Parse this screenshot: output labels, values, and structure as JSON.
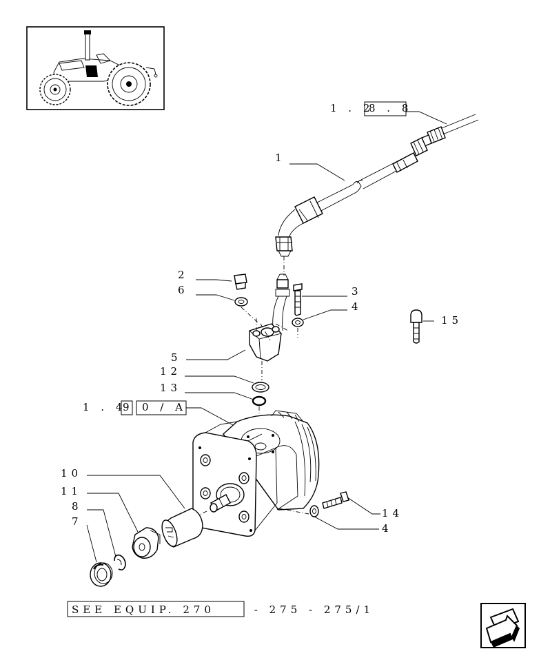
{
  "callouts": {
    "p1": "1",
    "p2": "2",
    "p3": "3",
    "p4a": "4",
    "p4b": "4",
    "p5": "5",
    "p6": "6",
    "p7": "7",
    "p8": "8",
    "p10": "10",
    "p11": "11",
    "p12": "12",
    "p13": "13",
    "p14": "14",
    "p15": "15"
  },
  "references": {
    "ref_top_prefix": "1 . 2",
    "ref_top_boxed": "8 . 8",
    "ref_mid_prefix": "1 . 4",
    "ref_mid_box1": "9",
    "ref_mid_box2": "0 / A"
  },
  "footer": {
    "see_equip_boxed": "SEE EQUIP. 270",
    "see_equip_rest": " - 275 - 275/1"
  },
  "icons": {
    "thumbnail": "tractor-thumbnail",
    "nav": "next-page-arrow-icon"
  }
}
